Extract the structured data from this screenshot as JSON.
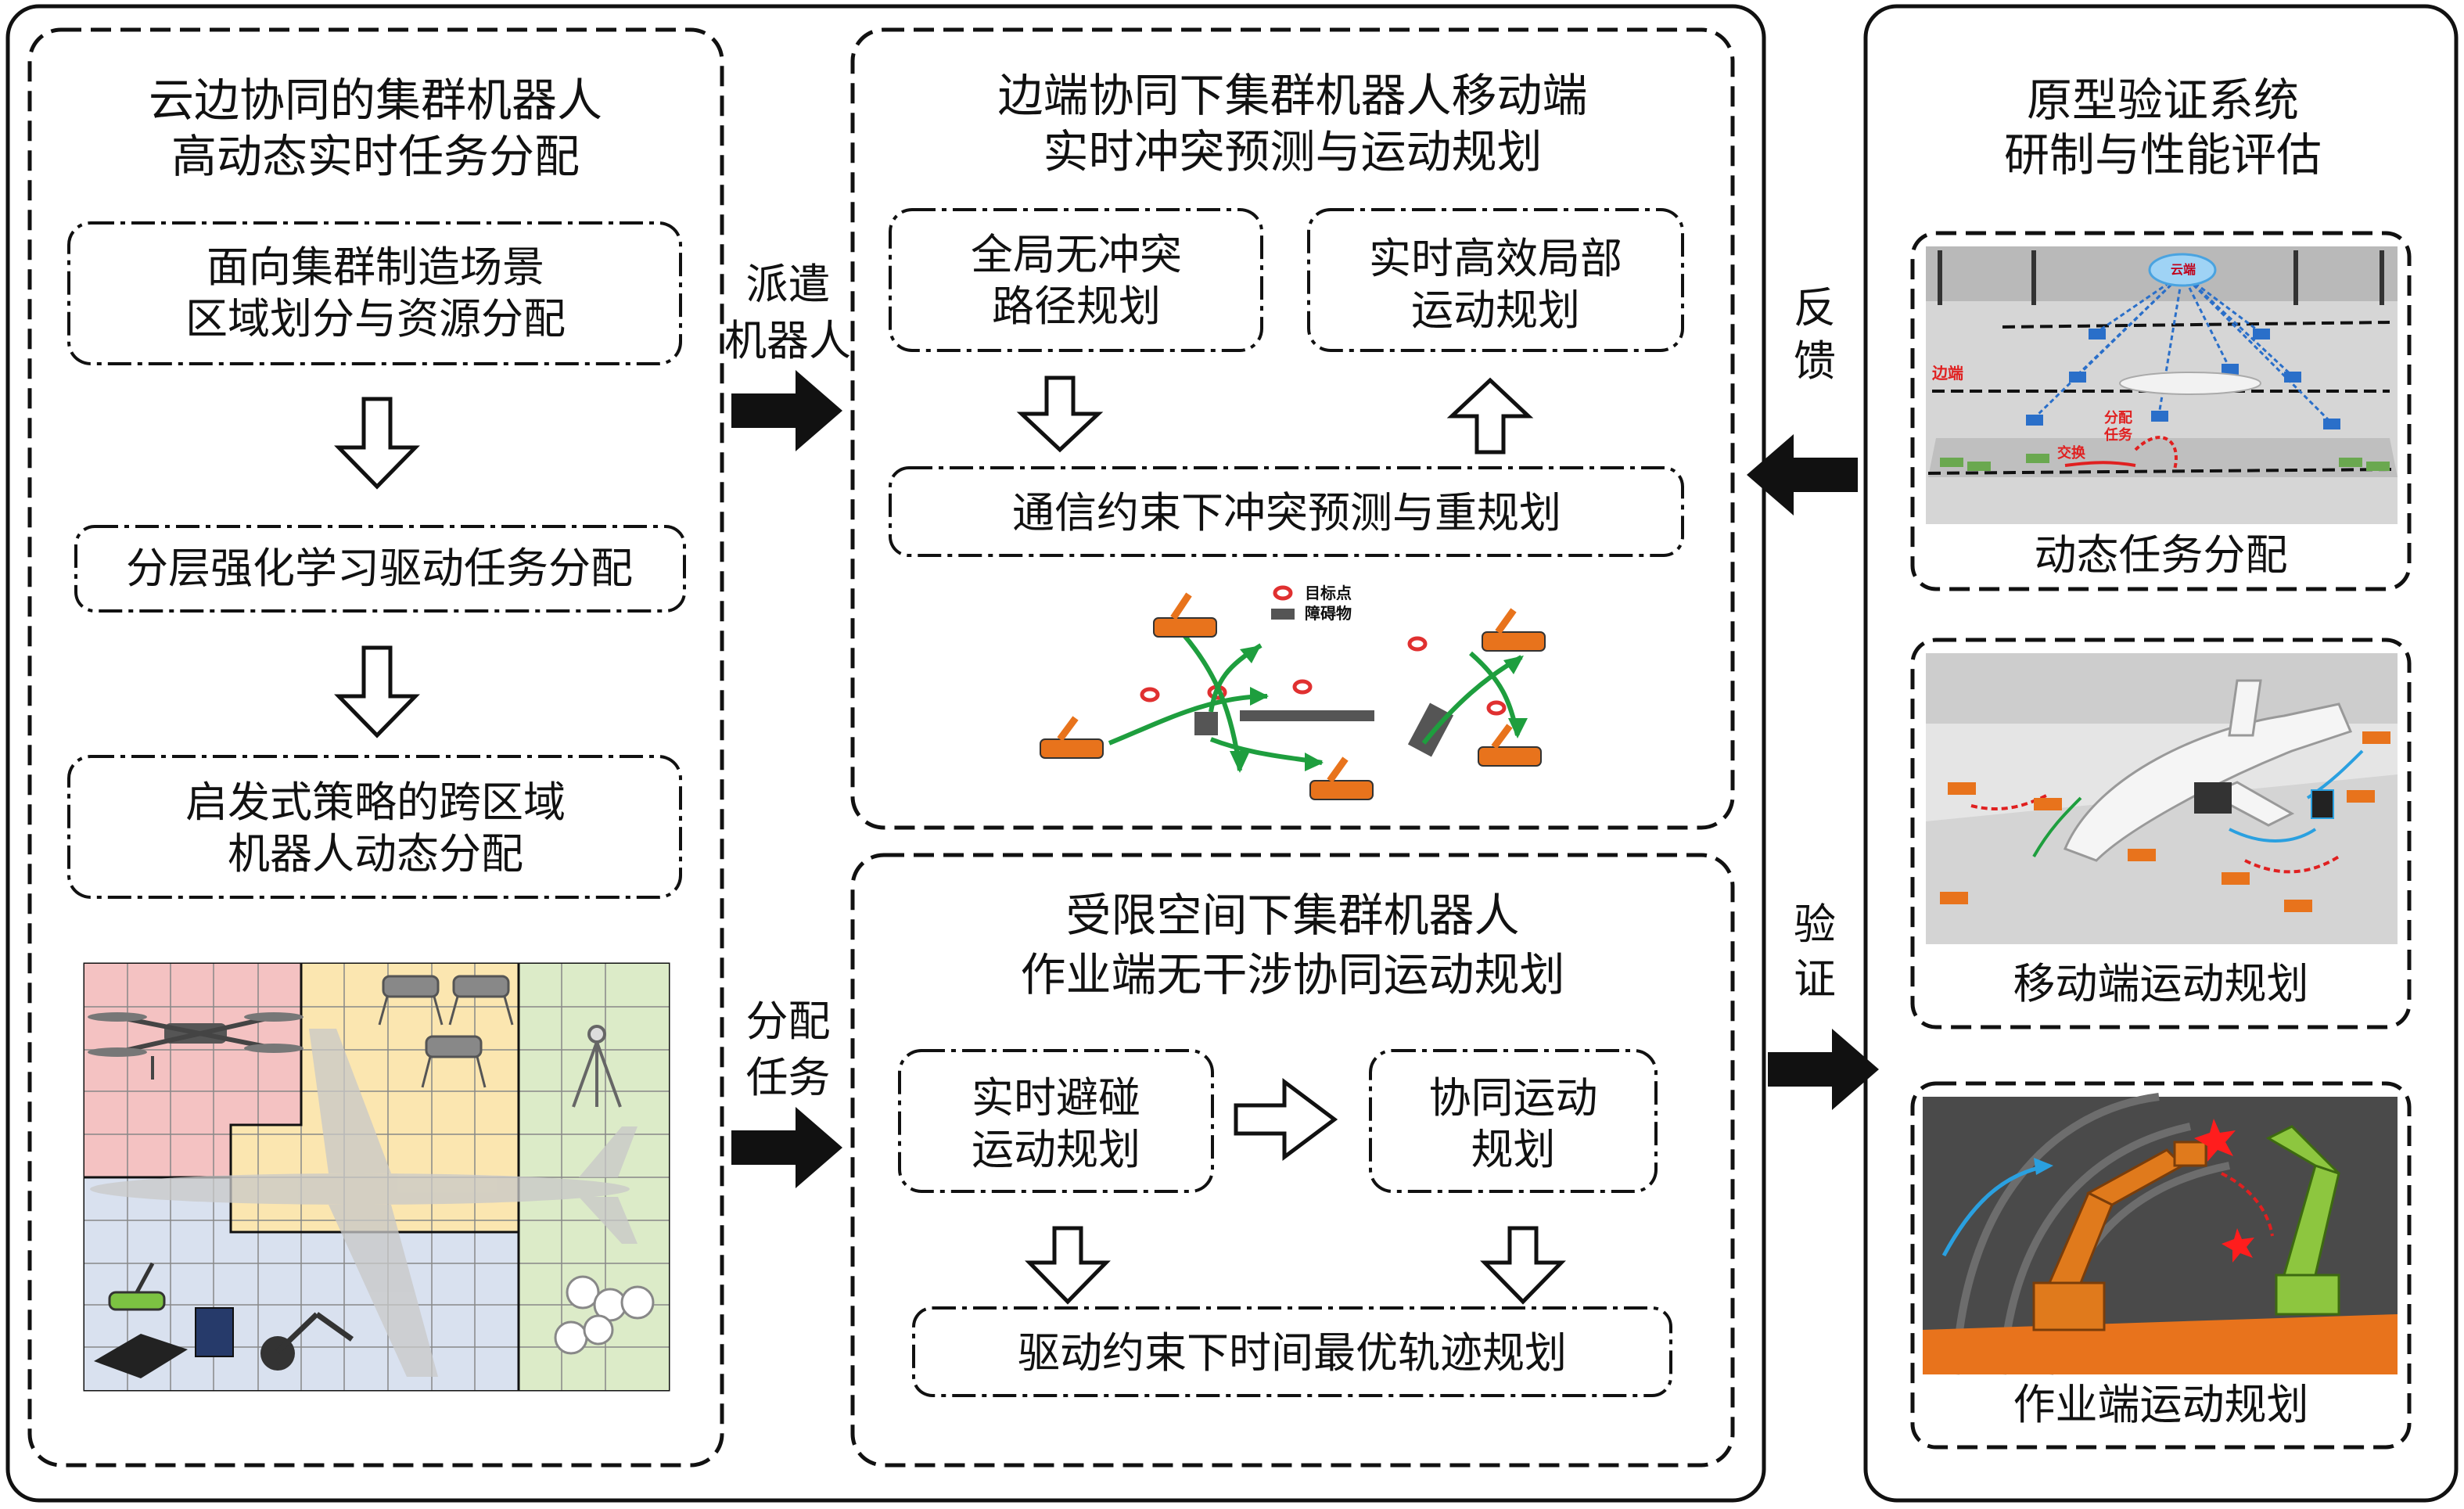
{
  "left_panel": {
    "title_line1": "云边协同的集群机器人",
    "title_line2": "高动态实时任务分配",
    "step1_line1": "面向集群制造场景",
    "step1_line2": "区域划分与资源分配",
    "step2": "分层强化学习驱动任务分配",
    "step3_line1": "启发式策略的跨区域",
    "step3_line2": "机器人动态分配"
  },
  "arrows": {
    "dispatch_line1": "派遣",
    "dispatch_line2": "机器人",
    "assign_line1": "分配",
    "assign_line2": "任务",
    "feedback_line1": "反",
    "feedback_line2": "馈",
    "verify_line1": "验",
    "verify_line2": "证"
  },
  "mobile_panel": {
    "title_line1": "边端协同下集群机器人移动端",
    "title_line2": "实时冲突预测与运动规划",
    "box_global_line1": "全局无冲突",
    "box_global_line2": "路径规划",
    "box_local_line1": "实时高效局部",
    "box_local_line2": "运动规划",
    "box_conflict": "通信约束下冲突预测与重规划",
    "legend_target": "目标点",
    "legend_obstacle": "障碍物"
  },
  "arm_panel": {
    "title_line1": "受限空间下集群机器人",
    "title_line2": "作业端无干涉协同运动规划",
    "box_avoid_line1": "实时避碰",
    "box_avoid_line2": "运动规划",
    "box_coop_line1": "协同运动",
    "box_coop_line2": "规划",
    "box_time": "驱动约束下时间最优轨迹规划"
  },
  "right_panel": {
    "title_line1": "原型验证系统",
    "title_line2": "研制与性能评估",
    "img1_caption": "动态任务分配",
    "img1_label_cloud": "云端",
    "img1_label_edge": "边端",
    "img1_label_assign_1": "分配",
    "img1_label_assign_2": "任务",
    "img1_label_exchange": "交换",
    "img2_caption": "移动端运动规划",
    "img3_caption": "作业端运动规划"
  },
  "colors": {
    "border": "#111111",
    "green_path": "#1e9e3e",
    "robot_orange": "#e8731c",
    "zone_red": "#f4c2c2",
    "zone_yellow": "#fbe6b0",
    "zone_green": "#dcebc8",
    "zone_blue": "#d9e1ef",
    "cloud_blue": "#4aa3e0",
    "edge_red": "#e02020"
  }
}
